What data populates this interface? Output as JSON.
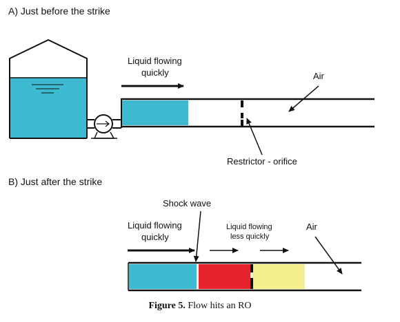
{
  "panel_a": {
    "heading": "A) Just before the strike",
    "flow_label_line1": "Liquid flowing",
    "flow_label_line2": "quickly",
    "air_label": "Air",
    "orifice_label": "Restrictor - orifice"
  },
  "panel_b": {
    "heading": "B) Just after the strike",
    "shock_label": "Shock wave",
    "flow_label_line1": "Liquid flowing",
    "flow_label_line2": "quickly",
    "slow_label_line1": "Liquid flowing",
    "slow_label_line2": "less quickly",
    "air_label": "Air"
  },
  "caption": {
    "figure_label": "Figure 5.",
    "text": "Flow hits an RO"
  },
  "colors": {
    "water": "#3dbad0",
    "shock_zone": "#e8232b",
    "slow_zone": "#f3ef8c",
    "line": "#111111"
  }
}
